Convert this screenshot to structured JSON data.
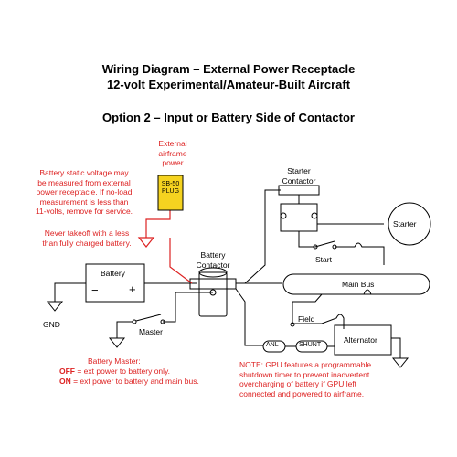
{
  "title": {
    "line1": "Wiring Diagram – External Power Receptacle",
    "line2": "12-volt Experimental/Amateur-Built Aircraft",
    "option": "Option 2 – Input or Battery Side of Contactor"
  },
  "external_power": {
    "label_lines": [
      "External",
      "airframe",
      "power"
    ],
    "plug_lines": [
      "SB-50",
      "PLUG"
    ]
  },
  "note_static": {
    "lines": [
      "Battery static voltage may",
      "be measured from external",
      "power receptacle. If no-load",
      "measurement is less than",
      "11-volts, remove for service."
    ]
  },
  "note_takeoff": {
    "lines": [
      "Never takeoff with a less",
      "than fully charged battery."
    ]
  },
  "components": {
    "battery": "Battery",
    "battery_minus": "−",
    "battery_plus": "+",
    "gnd": "GND",
    "battery_contactor_lines": [
      "Battery",
      "Contactor"
    ],
    "starter_contactor_lines": [
      "Starter",
      "Contactor"
    ],
    "starter": "Starter",
    "start": "Start",
    "main_bus": "Main Bus",
    "master": "Master",
    "field": "Field",
    "alternator": "Alternator",
    "anl": "ANL",
    "shunt": "SHUNT"
  },
  "battery_master": {
    "title": "Battery Master:",
    "off_key": "OFF",
    "off_text": " = ext power to battery only.",
    "on_key": "ON",
    "on_text": " = ext power to battery and main bus."
  },
  "gpu_note": {
    "lines": [
      "NOTE: GPU features a programmable",
      "shutdown timer to prevent inadvertent",
      "overcharging of battery if GPU left",
      "connected and powered to airframe."
    ]
  },
  "colors": {
    "external_power_wiring": "#dd2222",
    "plug_fill": "#f5d320",
    "wiring": "#000000"
  }
}
